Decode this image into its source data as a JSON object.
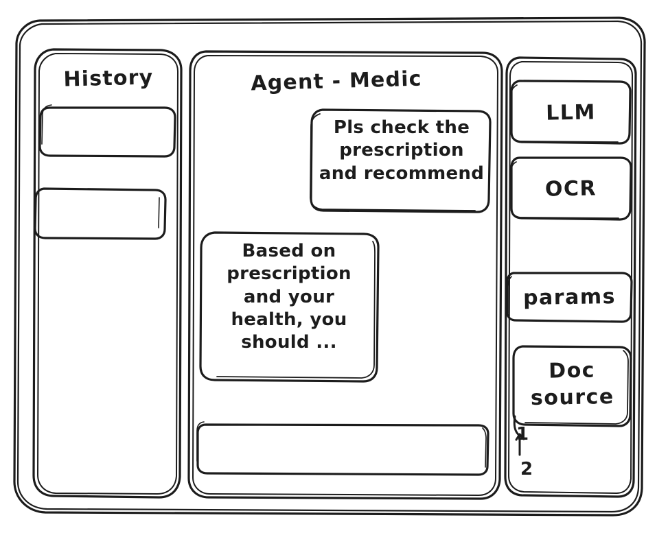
{
  "style": {
    "stroke_color": "#1c1c1c",
    "background_color": "#ffffff",
    "render": "hand-drawn-wireframe-sketch"
  },
  "window": {
    "name": "agent-chat-wireframe"
  },
  "sidebar_left": {
    "title": "History",
    "items": [
      {
        "label": "",
        "name": "history-item-1"
      },
      {
        "label": "",
        "name": "history-item-2"
      }
    ]
  },
  "main": {
    "title": "Agent - Medic",
    "messages": [
      {
        "role": "user",
        "align": "right",
        "text": "Pls check the\nprescription\nand recommend"
      },
      {
        "role": "assistant",
        "align": "left",
        "text": "Based on\nprescription\nand your\nhealth, you\nshould ..."
      }
    ],
    "composer": {
      "value": "",
      "placeholder": ""
    }
  },
  "sidebar_right": {
    "tools": [
      {
        "label": "LLM"
      },
      {
        "label": "OCR"
      },
      {
        "label": "params"
      }
    ],
    "doc_source": {
      "label": "Doc\nsource",
      "items": [
        {
          "label": "1"
        },
        {
          "label": "2"
        }
      ]
    }
  }
}
